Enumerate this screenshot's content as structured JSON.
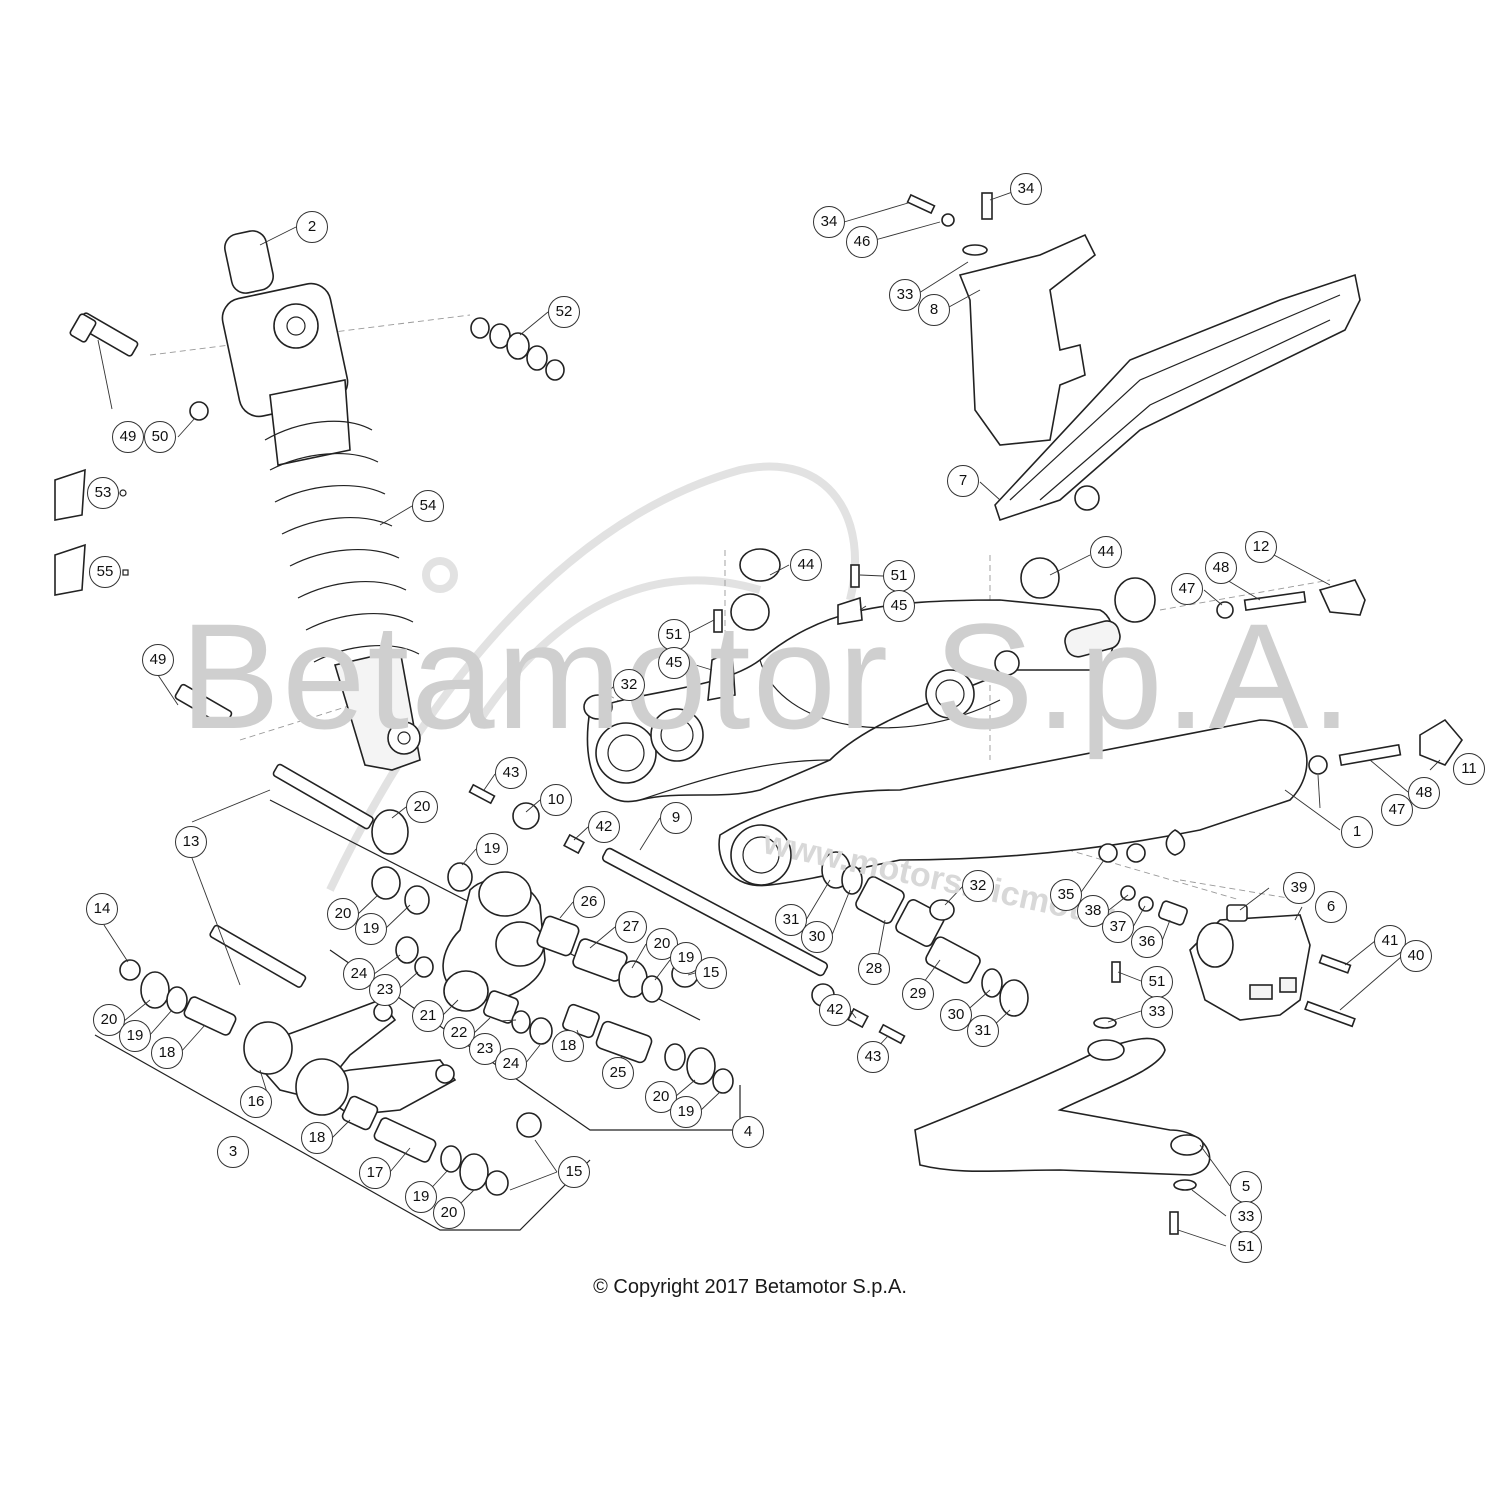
{
  "watermark": {
    "main": "Betamotor S.p.A.",
    "sub": "www.motorsmicmotor"
  },
  "copyright": "© Copyright 2017 Betamotor S.p.A.",
  "callouts": [
    {
      "label": "2"
    },
    {
      "label": "52"
    },
    {
      "label": "49"
    },
    {
      "label": "50"
    },
    {
      "label": "53"
    },
    {
      "label": "55"
    },
    {
      "label": "54"
    },
    {
      "label": "49"
    },
    {
      "label": "34"
    },
    {
      "label": "34"
    },
    {
      "label": "46"
    },
    {
      "label": "33"
    },
    {
      "label": "8"
    },
    {
      "label": "7"
    },
    {
      "label": "44"
    },
    {
      "label": "44"
    },
    {
      "label": "51"
    },
    {
      "label": "45"
    },
    {
      "label": "51"
    },
    {
      "label": "45"
    },
    {
      "label": "12"
    },
    {
      "label": "48"
    },
    {
      "label": "47"
    },
    {
      "label": "32"
    },
    {
      "label": "43"
    },
    {
      "label": "10"
    },
    {
      "label": "42"
    },
    {
      "label": "9"
    },
    {
      "label": "20"
    },
    {
      "label": "13"
    },
    {
      "label": "19"
    },
    {
      "label": "20"
    },
    {
      "label": "19"
    },
    {
      "label": "26"
    },
    {
      "label": "27"
    },
    {
      "label": "20"
    },
    {
      "label": "19"
    },
    {
      "label": "15"
    },
    {
      "label": "24"
    },
    {
      "label": "23"
    },
    {
      "label": "21"
    },
    {
      "label": "22"
    },
    {
      "label": "23"
    },
    {
      "label": "24"
    },
    {
      "label": "18"
    },
    {
      "label": "25"
    },
    {
      "label": "20"
    },
    {
      "label": "19"
    },
    {
      "label": "4"
    },
    {
      "label": "14"
    },
    {
      "label": "20"
    },
    {
      "label": "19"
    },
    {
      "label": "18"
    },
    {
      "label": "16"
    },
    {
      "label": "18"
    },
    {
      "label": "3"
    },
    {
      "label": "17"
    },
    {
      "label": "19"
    },
    {
      "label": "20"
    },
    {
      "label": "15"
    },
    {
      "label": "31"
    },
    {
      "label": "30"
    },
    {
      "label": "28"
    },
    {
      "label": "32"
    },
    {
      "label": "29"
    },
    {
      "label": "30"
    },
    {
      "label": "31"
    },
    {
      "label": "42"
    },
    {
      "label": "43"
    },
    {
      "label": "35"
    },
    {
      "label": "38"
    },
    {
      "label": "37"
    },
    {
      "label": "36"
    },
    {
      "label": "39"
    },
    {
      "label": "6"
    },
    {
      "label": "41"
    },
    {
      "label": "40"
    },
    {
      "label": "51"
    },
    {
      "label": "33"
    },
    {
      "label": "1"
    },
    {
      "label": "47"
    },
    {
      "label": "48"
    },
    {
      "label": "11"
    },
    {
      "label": "5"
    },
    {
      "label": "33"
    },
    {
      "label": "51"
    }
  ]
}
